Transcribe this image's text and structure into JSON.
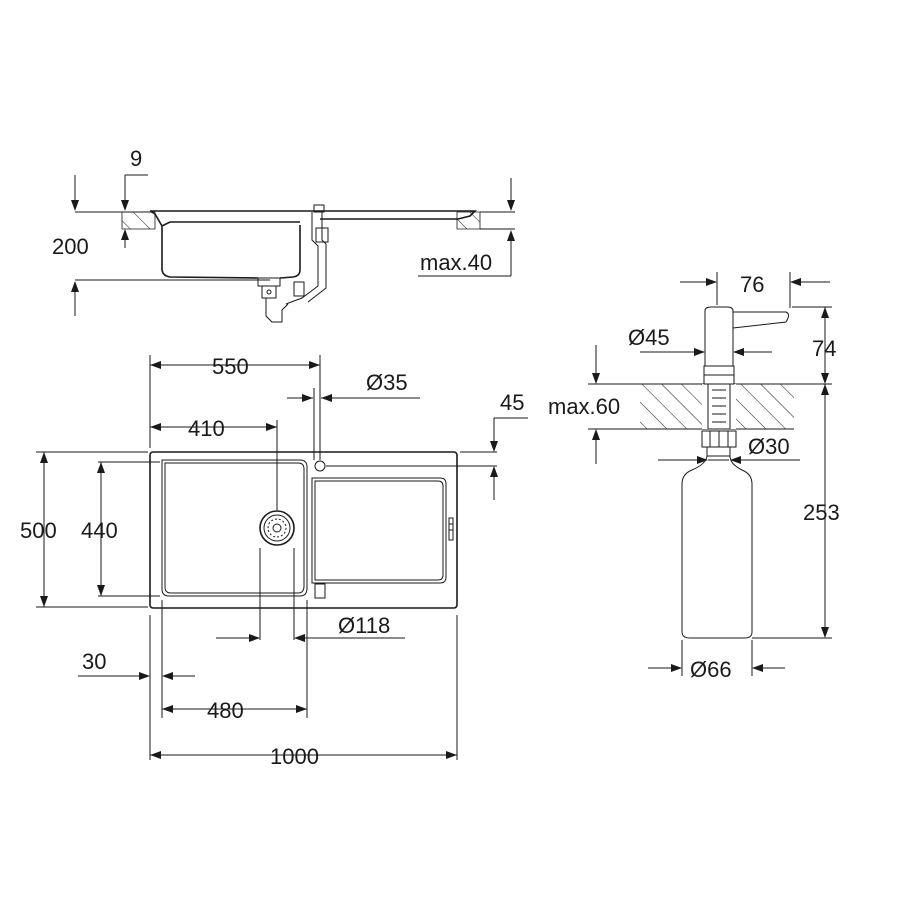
{
  "side_view": {
    "flange_thickness": "9",
    "depth": "200",
    "max_worktop": "max.40"
  },
  "top_view": {
    "width_550": "550",
    "tap_hole": "Ø35",
    "offset_45": "45",
    "width_410": "410",
    "depth_500": "500",
    "depth_440": "440",
    "waste": "Ø118",
    "edge_30": "30",
    "width_480": "480",
    "overall_width": "1000"
  },
  "dispenser": {
    "reach": "76",
    "head_dia": "Ø45",
    "head_height": "74",
    "max_worktop": "max.60",
    "hole_dia": "Ø30",
    "bottle_height": "253",
    "bottle_dia": "Ø66"
  }
}
